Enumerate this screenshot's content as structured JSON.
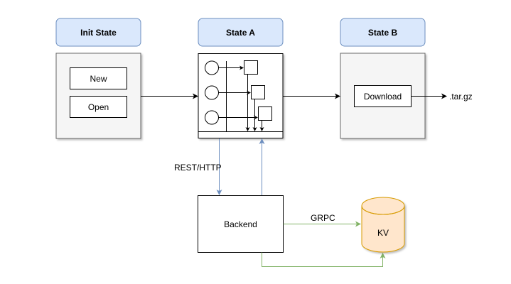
{
  "diagram": {
    "headers": {
      "init_state": "Init State",
      "state_a": "State A",
      "state_b": "State B"
    },
    "init_state": {
      "new_label": "New",
      "open_label": "Open"
    },
    "state_b": {
      "download_label": "Download",
      "output_label": ".tar.gz"
    },
    "backend": {
      "label": "Backend",
      "rest_label": "REST/HTTP",
      "grpc_label": "GRPC"
    },
    "kv": {
      "label": "KV"
    }
  },
  "colors": {
    "header_fill": "#dae8fc",
    "header_stroke": "#6c8ebf",
    "panel_fill": "#f5f5f5",
    "panel_stroke": "#666666",
    "blue_arrow": "#6c8ebf",
    "green_arrow": "#82b366",
    "kv_fill": "#ffe6cc",
    "kv_stroke": "#d79b00"
  }
}
